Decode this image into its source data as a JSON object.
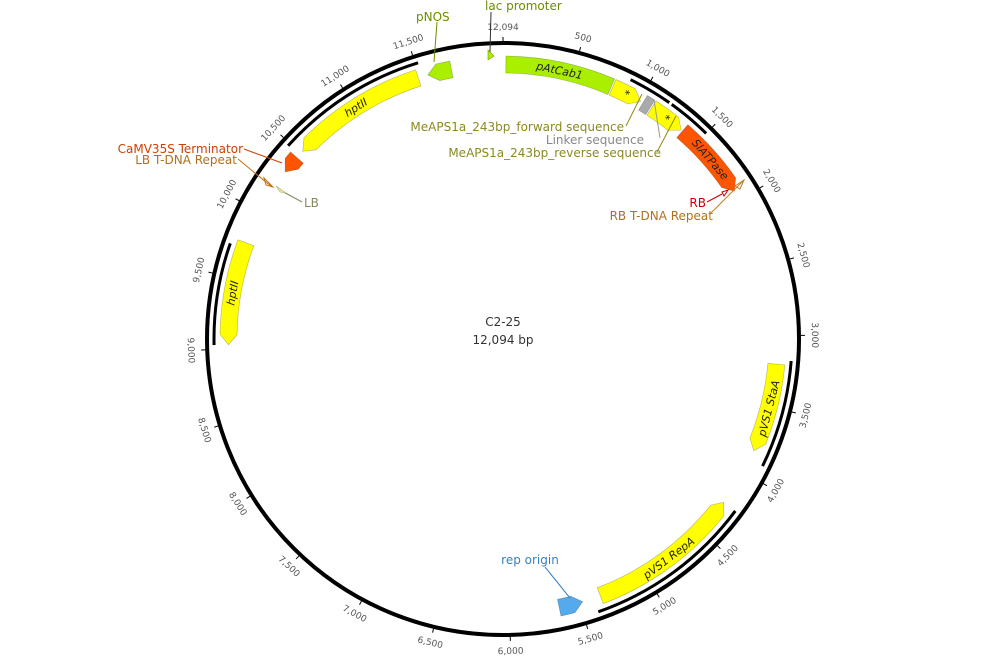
{
  "plasmid": {
    "name": "C2-25",
    "length_label": "12,094 bp",
    "length": 12094
  },
  "ticks": {
    "top_label": "12,094",
    "labels": [
      "500",
      "1,000",
      "1,500",
      "2,000",
      "2,500",
      "3,000",
      "3,500",
      "4,000",
      "4,500",
      "5,000",
      "5,500",
      "6,000",
      "6,500",
      "7,000",
      "7,500",
      "8,000",
      "8,500",
      "9,000",
      "9,500",
      "10,000",
      "10,500",
      "11,000",
      "11,500"
    ]
  },
  "colors": {
    "yellow": "#ffff00",
    "green": "#aaee00",
    "red": "#ff5500",
    "gray": "#aaaaaa",
    "blue": "#55aaee"
  },
  "features": [
    {
      "name": "pAtCab1",
      "start": 20,
      "end": 780,
      "dir": 0,
      "color": "#aaee00",
      "label": "pAtCab1",
      "show_label": true
    },
    {
      "name": "MeAPS1a_243bp_forward sequence",
      "start": 790,
      "end": 1010,
      "dir": 1,
      "color": "#ffff00",
      "label": "*",
      "show_label": true
    },
    {
      "name": "Linker sequence",
      "start": 1030,
      "end": 1090,
      "dir": 0,
      "color": "#aaaaaa",
      "label": "",
      "show_label": false
    },
    {
      "name": "MeAPS1a_243bp_reverse sequence",
      "start": 1100,
      "end": 1360,
      "dir": 1,
      "color": "#ffff00",
      "label": "*",
      "show_label": true
    },
    {
      "name": "SlATPase",
      "start": 1370,
      "end": 1930,
      "dir": 1,
      "color": "#ff5500",
      "label": "SlATPase",
      "show_label": true
    },
    {
      "name": "pVS1 StaA",
      "start": 3200,
      "end": 3830,
      "dir": 1,
      "color": "#ffff00",
      "label": "pVS1 StaA",
      "show_label": true
    },
    {
      "name": "pVS1 RepA",
      "start": 4250,
      "end": 5350,
      "dir": -1,
      "color": "#ffff00",
      "label": "pVS1 RepA",
      "show_label": true
    },
    {
      "name": "rep origin",
      "start": 5480,
      "end": 5650,
      "dir": -1,
      "color": "#55aaee",
      "label": "",
      "show_label": false
    },
    {
      "name": "hptII",
      "start": 9030,
      "end": 9760,
      "dir": -1,
      "color": "#ffff00",
      "label": "hptII",
      "show_label": true
    },
    {
      "name": "CaMV35S Terminator",
      "start": 10330,
      "end": 10460,
      "dir": -1,
      "color": "#ff5500",
      "label": "",
      "show_label": false
    },
    {
      "name": "hptII",
      "start": 10520,
      "end": 11490,
      "dir": -1,
      "color": "#ffff00",
      "label": "hptII",
      "show_label": true
    },
    {
      "name": "pNOS",
      "start": 11560,
      "end": 11730,
      "dir": -1,
      "color": "#aaee00",
      "label": "",
      "show_label": false
    }
  ],
  "orf_arcs": [
    [
      10480,
      11520
    ],
    [
      9030,
      9720
    ],
    [
      3170,
      3900
    ],
    [
      4250,
      5400
    ],
    [
      880,
      1180
    ],
    [
      1200,
      1500
    ]
  ],
  "callouts": {
    "pnos": "pNOS",
    "lac": "lac promoter",
    "fwd": "MeAPS1a_243bp_forward sequence",
    "linker": "Linker sequence",
    "rev": "MeAPS1a_243bp_reverse sequence",
    "rb": "RB",
    "rb_repeat": "RB T-DNA Repeat",
    "camv": "CaMV35S Terminator",
    "lb_repeat": "LB T-DNA Repeat",
    "lb": "LB",
    "rep_origin": "rep origin"
  }
}
